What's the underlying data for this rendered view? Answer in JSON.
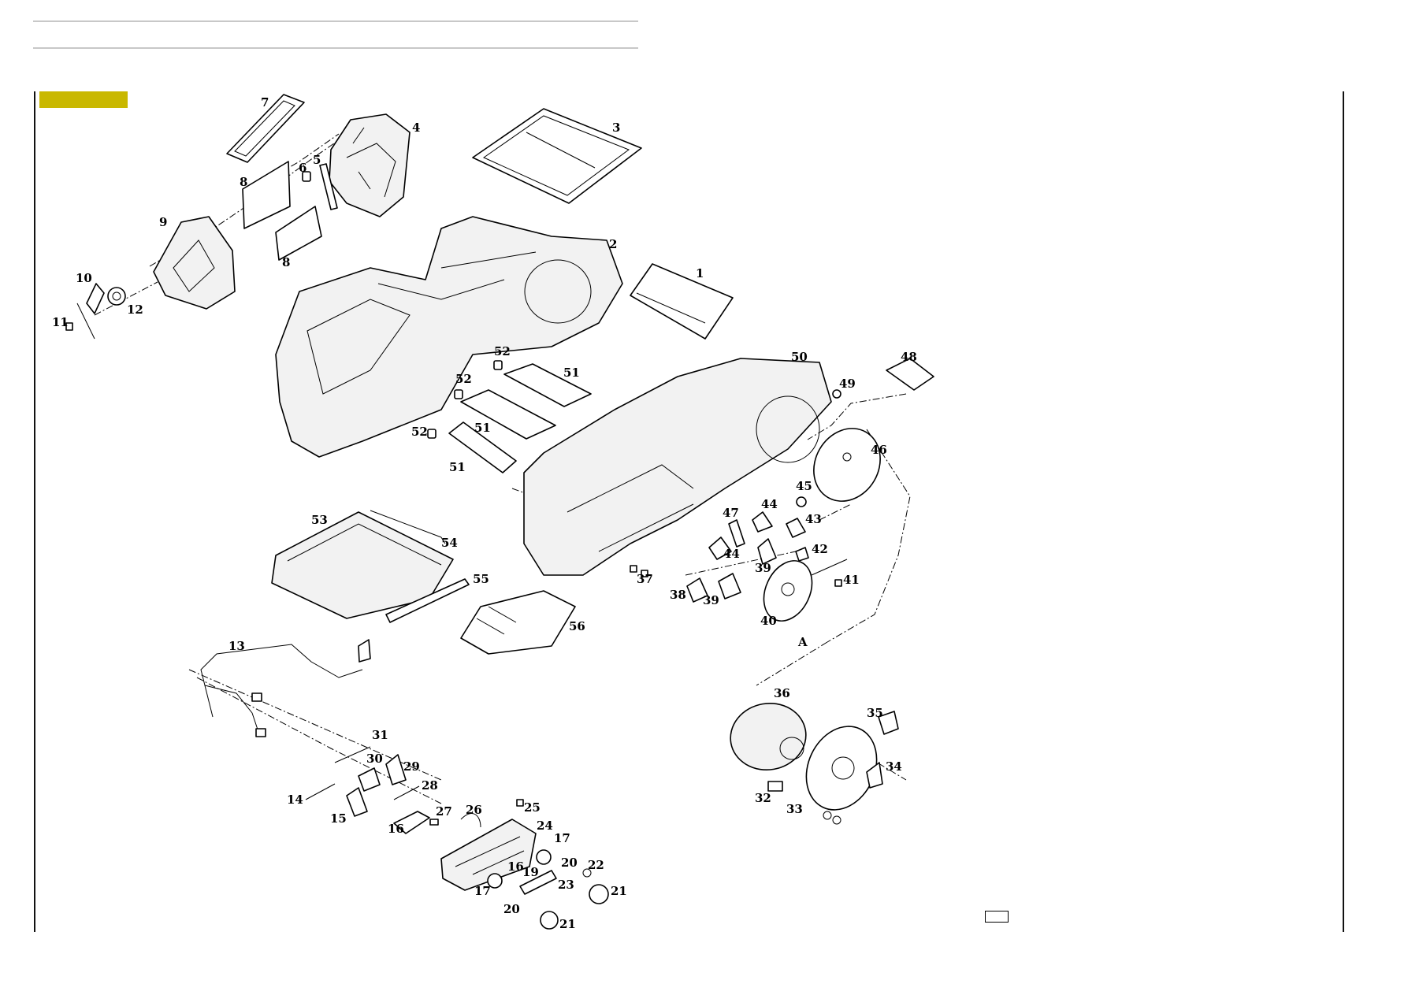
{
  "colors": {
    "header_tab": "#c9b800",
    "rule": "#c8c8c8",
    "frame": "#111111"
  },
  "callouts": [
    {
      "id": "c1",
      "text": "1"
    },
    {
      "id": "c2",
      "text": "2"
    },
    {
      "id": "c3",
      "text": "3"
    },
    {
      "id": "c4",
      "text": "4"
    },
    {
      "id": "c5",
      "text": "5"
    },
    {
      "id": "c6",
      "text": "6"
    },
    {
      "id": "c7",
      "text": "7"
    },
    {
      "id": "c8a",
      "text": "8"
    },
    {
      "id": "c8b",
      "text": "8"
    },
    {
      "id": "c9",
      "text": "9"
    },
    {
      "id": "c10",
      "text": "10"
    },
    {
      "id": "c11",
      "text": "11"
    },
    {
      "id": "c12",
      "text": "12"
    },
    {
      "id": "c13",
      "text": "13"
    },
    {
      "id": "c14",
      "text": "14"
    },
    {
      "id": "c15",
      "text": "15"
    },
    {
      "id": "c16a",
      "text": "16"
    },
    {
      "id": "c16b",
      "text": "16"
    },
    {
      "id": "c17a",
      "text": "17"
    },
    {
      "id": "c17b",
      "text": "17"
    },
    {
      "id": "c19",
      "text": "19"
    },
    {
      "id": "c20a",
      "text": "20"
    },
    {
      "id": "c20b",
      "text": "20"
    },
    {
      "id": "c21a",
      "text": "21"
    },
    {
      "id": "c21b",
      "text": "21"
    },
    {
      "id": "c22",
      "text": "22"
    },
    {
      "id": "c23",
      "text": "23"
    },
    {
      "id": "c24",
      "text": "24"
    },
    {
      "id": "c25",
      "text": "25"
    },
    {
      "id": "c26",
      "text": "26"
    },
    {
      "id": "c27",
      "text": "27"
    },
    {
      "id": "c28",
      "text": "28"
    },
    {
      "id": "c29",
      "text": "29"
    },
    {
      "id": "c30",
      "text": "30"
    },
    {
      "id": "c31",
      "text": "31"
    },
    {
      "id": "c32",
      "text": "32"
    },
    {
      "id": "c33",
      "text": "33"
    },
    {
      "id": "c34",
      "text": "34"
    },
    {
      "id": "c35",
      "text": "35"
    },
    {
      "id": "c36",
      "text": "36"
    },
    {
      "id": "c37",
      "text": "37"
    },
    {
      "id": "c38",
      "text": "38"
    },
    {
      "id": "c39a",
      "text": "39"
    },
    {
      "id": "c39b",
      "text": "39"
    },
    {
      "id": "c40",
      "text": "40"
    },
    {
      "id": "c41",
      "text": "41"
    },
    {
      "id": "c42",
      "text": "42"
    },
    {
      "id": "c43",
      "text": "43"
    },
    {
      "id": "c44a",
      "text": "44"
    },
    {
      "id": "c44b",
      "text": "44"
    },
    {
      "id": "c45",
      "text": "45"
    },
    {
      "id": "c46",
      "text": "46"
    },
    {
      "id": "c47",
      "text": "47"
    },
    {
      "id": "c48",
      "text": "48"
    },
    {
      "id": "c49",
      "text": "49"
    },
    {
      "id": "c50",
      "text": "50"
    },
    {
      "id": "c51a",
      "text": "51"
    },
    {
      "id": "c51b",
      "text": "51"
    },
    {
      "id": "c51c",
      "text": "51"
    },
    {
      "id": "c52a",
      "text": "52"
    },
    {
      "id": "c52b",
      "text": "52"
    },
    {
      "id": "c52c",
      "text": "52"
    },
    {
      "id": "c53",
      "text": "53"
    },
    {
      "id": "c54",
      "text": "54"
    },
    {
      "id": "c55",
      "text": "55"
    },
    {
      "id": "c56",
      "text": "56"
    },
    {
      "id": "cA",
      "text": "A"
    }
  ]
}
